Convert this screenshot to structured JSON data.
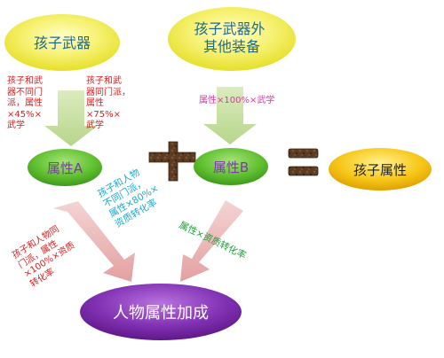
{
  "nodes": {
    "child_weapon": "孩子武器",
    "other_equipment": "孩子武器外\n其他装备",
    "attr_a": "属性A",
    "attr_b": "属性B",
    "child_attr": "孩子属性",
    "char_bonus": "人物属性加成"
  },
  "operators": {
    "plus": "+",
    "equals": "="
  },
  "annotations": {
    "diff_sect_weapon": "孩子和武\n器不同门\n派，属性\n×45%×\n武学",
    "same_sect_weapon": "孩子和武\n器同门派，\n属性\n×75%×\n武学",
    "equipment_formula": "属性×100%×武学",
    "diff_sect_person": "孩子和人物\n不同门派，\n属性×80%×\n资质转化率",
    "same_sect_person": "孩子和人物同\n门派，属性\n×100%×资质\n转化率",
    "aptitude_formula": "属性×资质转化率"
  },
  "colors": {
    "yellow_node": "#f2ee3a",
    "green_node": "#5cbf2a",
    "orange_node": "#f5b800",
    "purple_node": "#7a2aa8",
    "arrow_green": "#c2dd98",
    "arrow_pink": "#e9b0b0",
    "operator_brown": "#5a3a22"
  }
}
